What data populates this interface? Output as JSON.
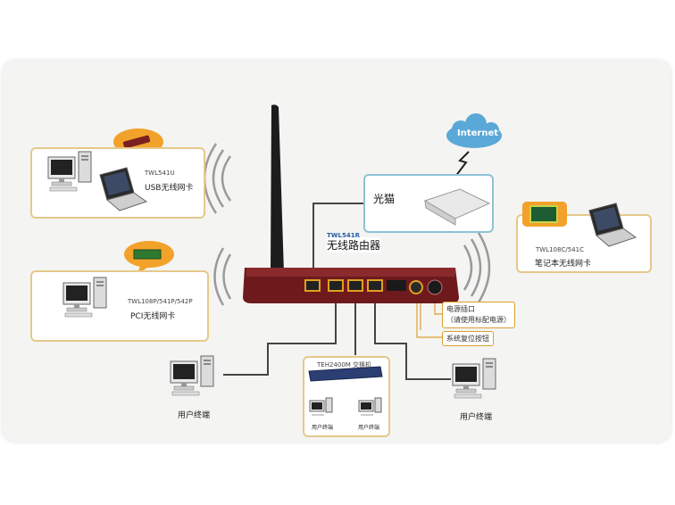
{
  "internet": "Internet",
  "modem": "光猫",
  "router": {
    "model": "TWL541R",
    "name": "无线路由器"
  },
  "usb_card": {
    "model": "TWL541U",
    "desc": "USB无线网卡"
  },
  "pci_card": {
    "model": "TWL108P/541P/542P",
    "desc": "PCI无线网卡"
  },
  "laptop_card": {
    "model": "TWL108C/541C",
    "desc": "笔记本无线网卡"
  },
  "power": {
    "line1": "电源插口",
    "line2": "（请使用标配电源）"
  },
  "reset": "系统复位按钮",
  "switch": {
    "model": "TEH2400M 交换机",
    "user": "用户终端"
  },
  "user_terminal": "用户终端",
  "colors": {
    "frame": "#e5c98a",
    "cloud": "#5aa8d8",
    "router": "#7a1f20",
    "wire": "#444444",
    "callout": "#d9a030"
  }
}
